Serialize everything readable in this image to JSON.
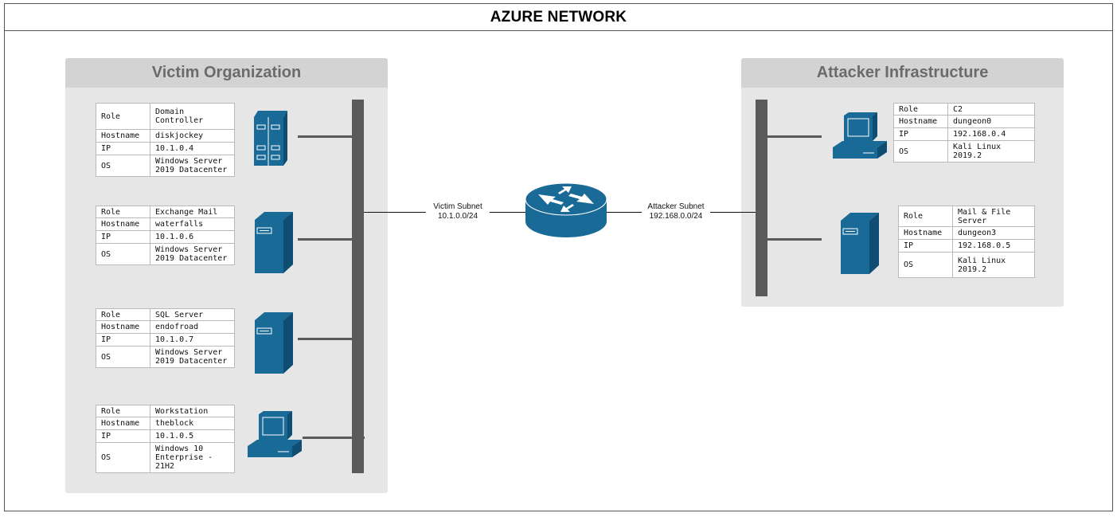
{
  "title": "AZURE NETWORK",
  "colors": {
    "device_blue": "#1a6a97",
    "zone_bg": "#e6e6e6",
    "zone_header_bg": "#d3d3d3",
    "zone_header_text": "#6b6b6b",
    "bus": "#5a5a5a"
  },
  "victim": {
    "title": "Victim Organization",
    "subnet_name": "Victim Subnet",
    "subnet_cidr": "10.1.0.0/24",
    "hosts": [
      {
        "icon": "server-rack-icon",
        "role": "Domain Controller",
        "hostname": "diskjockey",
        "ip": "10.1.0.4",
        "os": "Windows Server 2019 Datacenter"
      },
      {
        "icon": "server-tower-icon",
        "role": "Exchange Mail",
        "hostname": "waterfalls",
        "ip": "10.1.0.6",
        "os": "Windows Server 2019 Datacenter"
      },
      {
        "icon": "server-tower-icon",
        "role": "SQL Server",
        "hostname": "endofroad",
        "ip": "10.1.0.7",
        "os": "Windows Server 2019 Datacenter"
      },
      {
        "icon": "workstation-icon",
        "role": "Workstation",
        "hostname": "theblock",
        "ip": "10.1.0.5",
        "os": "Windows 10 Enterprise - 21H2"
      }
    ]
  },
  "attacker": {
    "title": "Attacker Infrastructure",
    "subnet_name": "Attacker Subnet",
    "subnet_cidr": "192.168.0.0/24",
    "hosts": [
      {
        "icon": "workstation-icon",
        "role": "C2",
        "hostname": "dungeon0",
        "ip": "192.168.0.4",
        "os": "Kali Linux 2019.2"
      },
      {
        "icon": "server-tower-icon",
        "role": "Mail & File Server",
        "hostname": "dungeon3",
        "ip": "192.168.0.5",
        "os": "Kali Linux 2019.2"
      }
    ]
  },
  "labels": {
    "role": "Role",
    "hostname": "Hostname",
    "ip": "IP",
    "os": "OS"
  },
  "router_icon": "router-icon"
}
